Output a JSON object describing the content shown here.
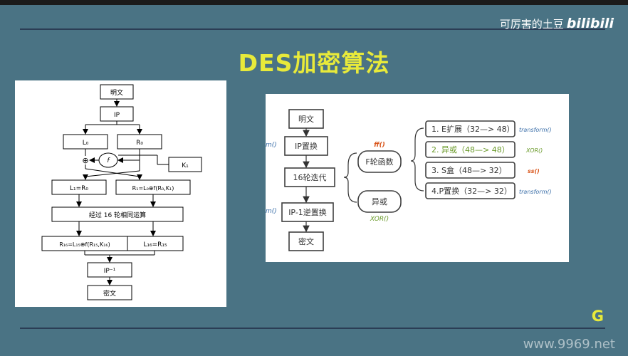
{
  "watermark": {
    "channel": "可厉害的土豆",
    "logo": "bilibili"
  },
  "title": "DES加密算法",
  "corner_letter": "G",
  "site": "www.9969.net",
  "left_chart": {
    "plaintext": "明文",
    "ip": "IP",
    "l0": "L₀",
    "r0": "R₀",
    "xor": "⊕",
    "f": "f",
    "k1": "K₁",
    "l1": "L₁=R₀",
    "r1": "R₁=L₀⊕f(R₀,K₁)",
    "rounds": "经过 16 轮相同运算",
    "r16": "R₁₆=L₁₅⊕f(R₁₅,K₁₆)",
    "l16": "L₁₆=R₁₅",
    "ip_inv": "IP⁻¹",
    "ciphertext": "密文"
  },
  "right_chart": {
    "plaintext": "明文",
    "ip": "IP置换",
    "rounds16": "16轮迭代",
    "ip_inv": "IP-1逆置换",
    "ciphertext": "密文",
    "f_func": "F轮函数",
    "f_code": "ff()",
    "xor_box": "异或",
    "xor_code": "XOR()",
    "margin_code_1": "m()",
    "margin_code_2": "m()",
    "steps": [
      {
        "label": "1. E扩展（32—> 48）",
        "code": "transform()",
        "label_color": "#333333",
        "code_color": "#3a6ea8"
      },
      {
        "label": "2. 异或（48—> 48）",
        "code": "XOR()",
        "label_color": "#6a9a2a",
        "code_color": "#6a9a2a"
      },
      {
        "label": "3. S盒（48—> 32）",
        "code": "ss()",
        "label_color": "#333333",
        "code_color": "#d9551a"
      },
      {
        "label": "4.P置换（32—> 32）",
        "code": "transform()",
        "label_color": "#333333",
        "code_color": "#3a6ea8"
      }
    ]
  }
}
